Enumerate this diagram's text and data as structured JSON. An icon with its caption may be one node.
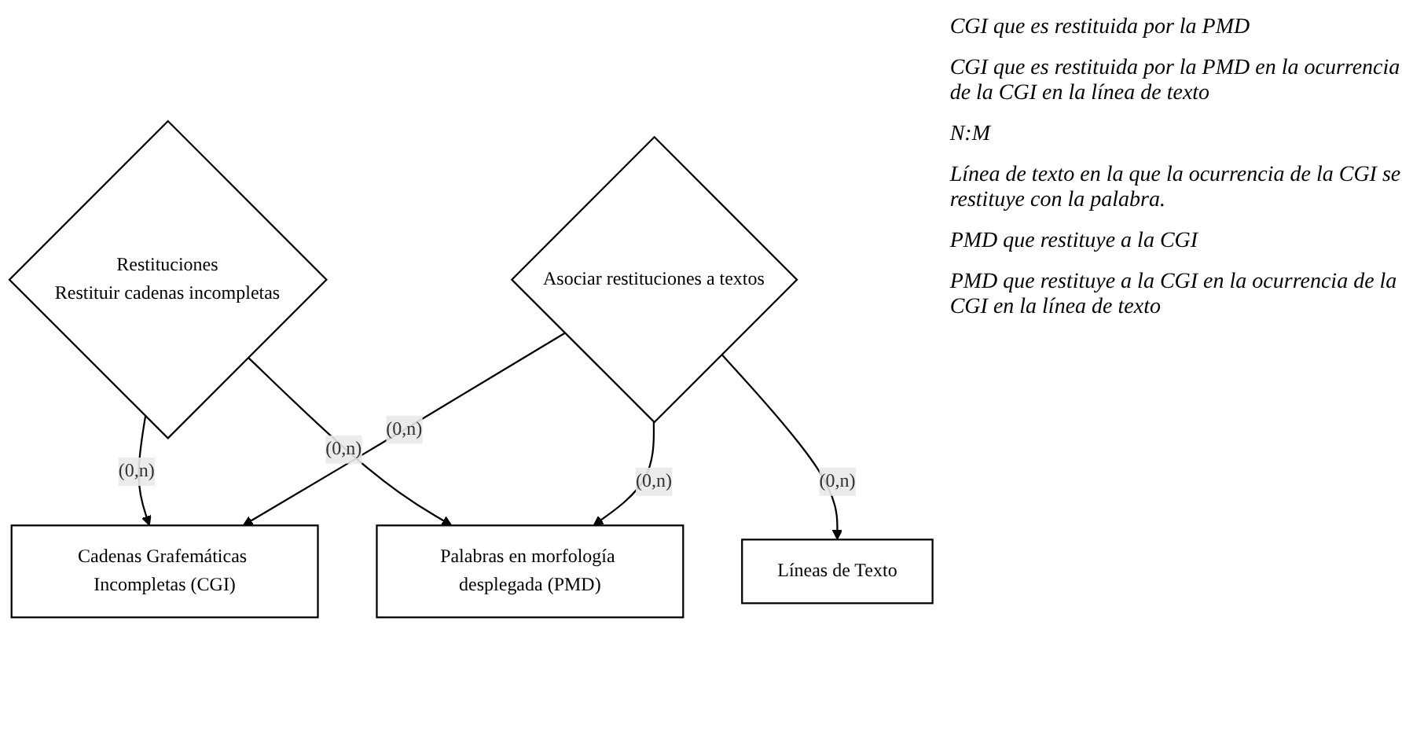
{
  "diagram": {
    "nodes": [
      {
        "text": [
          "Cadenas Grafemáticas Incompletas (CGI)"
        ]
      },
      {
        "text": [
          "Restituciones",
          "Restituir cadenas incompletas"
        ]
      },
      {
        "text": [
          "Asociar restituciones a textos"
        ]
      },
      {
        "text": [
          "Líneas de Texto"
        ]
      },
      {
        "text": [
          "Palabras en morfología desplegada (PMD)"
        ]
      }
    ],
    "edges": [
      {
        "from": 1,
        "to": 0,
        "arrow": "to",
        "label": "(0,n)"
      },
      {
        "from": 2,
        "to": 0,
        "arrow": "to",
        "label": "(0,n)"
      },
      {
        "from": 2,
        "to": 3,
        "arrow": "to",
        "label": "(0,n)"
      },
      {
        "from": 1,
        "to": 4,
        "arrow": "to",
        "label": "(0,n)"
      },
      {
        "from": 2,
        "to": 4,
        "arrow": "to",
        "label": "(0,n)"
      }
    ],
    "labels": [
      "CGI que es restituida por la PMD",
      "CGI que es restituida por la PMD en la ocurrencia de la CGI en la línea de texto",
      "N:M",
      "Línea de texto en la que la ocurrencia de la CGI se restituye con la palabra.",
      "PMD que restituye a la CGI",
      "PMD que restituye a la CGI en la ocurrencia de la CGI en la línea de texto"
    ]
  }
}
